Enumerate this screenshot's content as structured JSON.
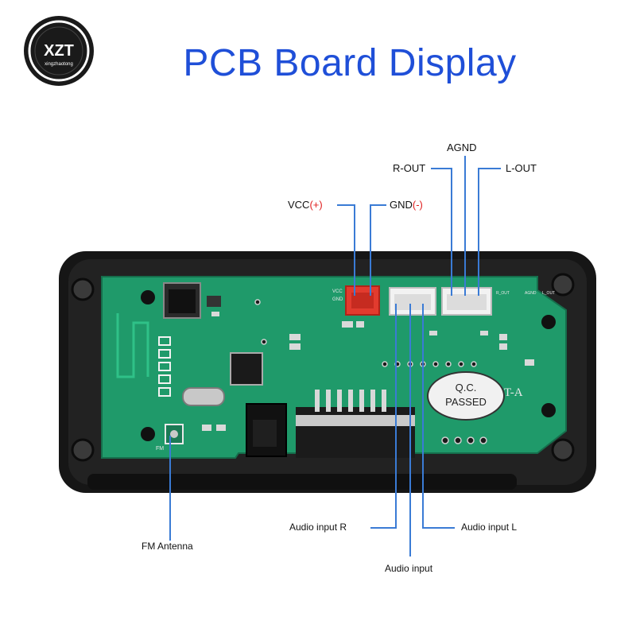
{
  "logo": {
    "text": "XZT",
    "subtext": "xingzhaotong"
  },
  "title": "PCB Board Display",
  "pins": {
    "vcc": "VCC",
    "vcc_sign": "(+)",
    "gnd": "GND",
    "gnd_sign": "(-)",
    "agnd": "AGND",
    "r_out": "R-OUT",
    "l_out": "L-OUT"
  },
  "inputs": {
    "fm_antenna": "FM Antenna",
    "audio_input_r": "Audio input R",
    "audio_input": "Audio input",
    "audio_input_l": "Audio input L"
  },
  "board_marks": {
    "qc_line1": "Q.C.",
    "qc_line2": "PASSED",
    "fm": "FM",
    "t_a": "T-A",
    "vcc_silk": "VCC",
    "gnd_silk": "GND",
    "r_silk": "R_OUT",
    "agnd_silk": "AGND",
    "l_silk": "L_OUT"
  },
  "colors": {
    "title": "#1f4fd8",
    "pcb": "#1f9a6a",
    "frame": "#161616",
    "leader": "#3a7bd5",
    "red_connector": "#e23b2e"
  }
}
